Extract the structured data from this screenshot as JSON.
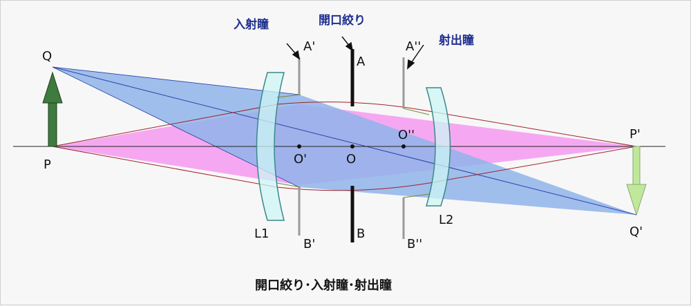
{
  "caption": "開口絞り･入射瞳･射出瞳",
  "callouts": {
    "entrance_pupil": "入射瞳",
    "aperture_stop": "開口絞り",
    "exit_pupil": "射出瞳"
  },
  "points": {
    "Q": "Q",
    "P": "P",
    "P_img": "P'",
    "Q_img": "Q'",
    "A_ent": "A'",
    "B_ent": "B'",
    "A_stop": "A",
    "B_stop": "B",
    "A_exit": "A''",
    "B_exit": "B''",
    "O_ent": "O'",
    "O_stop": "O",
    "O_exit": "O''"
  },
  "lenses": {
    "L1": "L1",
    "L2": "L2"
  },
  "colors": {
    "background": "#f7f7f7",
    "blue_beam": "#8fb4ea",
    "pink_beam": "#f59af0",
    "object_arrow": "#3f7a3f",
    "image_arrow": "#bfe89a",
    "lens_fill": "#cdf6f6",
    "lens_stroke": "#3a8888",
    "callout_text": "#1f2f8f",
    "axis": "#222222"
  }
}
